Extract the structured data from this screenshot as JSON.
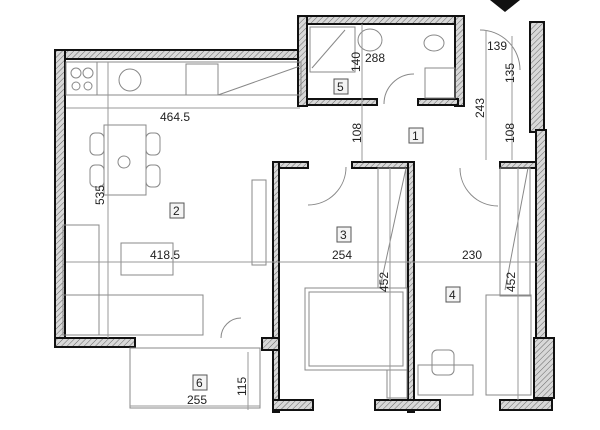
{
  "plan": {
    "rooms": [
      {
        "id": "1",
        "label": "1",
        "name": "hallway"
      },
      {
        "id": "2",
        "label": "2",
        "name": "living-kitchen"
      },
      {
        "id": "3",
        "label": "3",
        "name": "bedroom-1"
      },
      {
        "id": "4",
        "label": "4",
        "name": "bedroom-2"
      },
      {
        "id": "5",
        "label": "5",
        "name": "bathroom"
      },
      {
        "id": "6",
        "label": "6",
        "name": "balcony"
      }
    ],
    "dimensions": {
      "kitchen_width": "464.5",
      "living_width": "418.5",
      "living_depth": "535",
      "bath_width": "288",
      "bath_depth": "140",
      "hall_top_width": "139",
      "hall_top_depth": "135",
      "hall_depth": "243",
      "hall_corridor_left": "108",
      "hall_corridor_right": "108",
      "bed3_width": "254",
      "bed3_depth": "452",
      "bed4_width": "230",
      "bed4_depth": "452",
      "balcony_width": "255",
      "balcony_depth": "115"
    },
    "north_arrow": "north-arrow-icon"
  }
}
